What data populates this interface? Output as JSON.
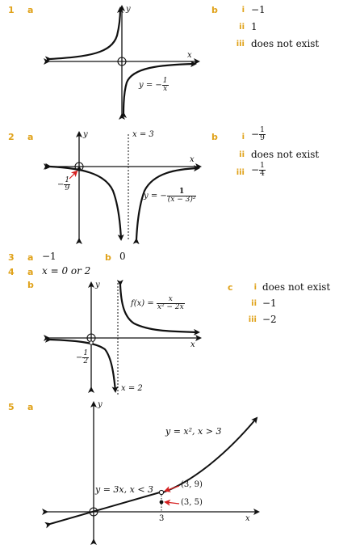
{
  "q1": {
    "num": "1",
    "part_a": "a",
    "part_b": "b",
    "graph": {
      "y_axis": "y",
      "x_axis": "x",
      "curve_label": "y = −",
      "curve_frac_num": "1",
      "curve_frac_den": "x"
    },
    "answers": [
      {
        "label": "i",
        "value": "−1"
      },
      {
        "label": "ii",
        "value": "1"
      },
      {
        "label": "iii",
        "value": "does not exist"
      }
    ]
  },
  "q2": {
    "num": "2",
    "part_a": "a",
    "part_b": "b",
    "graph": {
      "y_axis": "y",
      "x_axis": "x",
      "asymptote_label": "x = 3",
      "point_label_sign": "−",
      "point_label_num": "1",
      "point_label_den": "9",
      "curve_label": "y = −",
      "curve_frac_num": "1",
      "curve_frac_den": "(x − 3)²"
    },
    "answers": [
      {
        "label": "i",
        "sign": "−",
        "num": "1",
        "den": "9",
        "value": ""
      },
      {
        "label": "ii",
        "value": "does not exist"
      },
      {
        "label": "iii",
        "sign": "−",
        "num": "1",
        "den": "4",
        "value": ""
      }
    ]
  },
  "q3": {
    "num": "3",
    "part_a": "a",
    "a_value": "−1",
    "part_b": "b",
    "b_value": "0"
  },
  "q4": {
    "num": "4",
    "part_a": "a",
    "a_value": "x = 0 or 2",
    "part_b": "b",
    "part_c": "c",
    "graph": {
      "y_axis": "y",
      "x_axis": "x",
      "asymptote_label": "x = 2",
      "func_label": "f(x) =",
      "func_num": "x",
      "func_den": "x² − 2x",
      "point_label_sign": "−",
      "point_label_num": "1",
      "point_label_den": "2"
    },
    "answers": [
      {
        "label": "i",
        "value": "does not exist"
      },
      {
        "label": "ii",
        "value": "−1"
      },
      {
        "label": "iii",
        "value": "−2"
      }
    ]
  },
  "q5": {
    "num": "5",
    "part_a": "a",
    "graph": {
      "y_axis": "y",
      "x_axis": "x",
      "upper_label": "y = x²,  x > 3",
      "lower_label": "y = 3x,  x < 3",
      "open_point": "(3, 9)",
      "closed_point": "(3, 5)",
      "tick": "3"
    }
  },
  "colors": {
    "accent": "#e0a21a",
    "arrow_red": "#d62020",
    "ink": "#111111"
  }
}
